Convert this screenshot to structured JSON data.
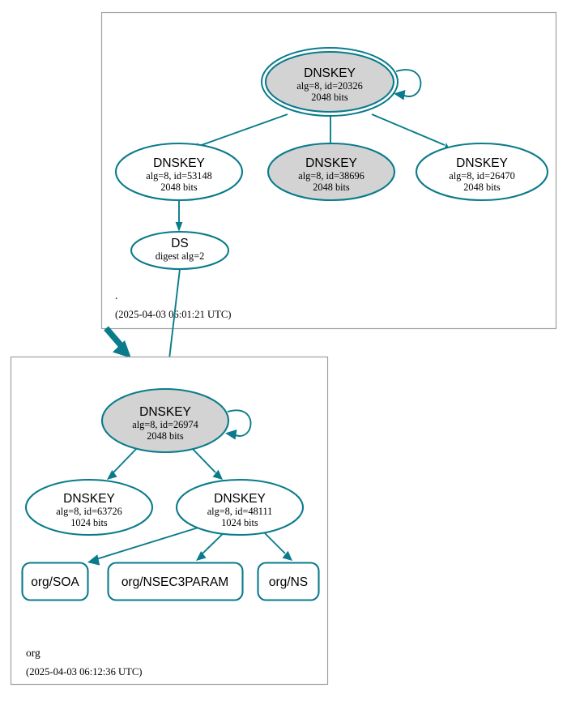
{
  "diagram": {
    "type": "dnssec-authentication-chain",
    "zones": [
      {
        "id": "root",
        "name": ".",
        "timestamp": "(2025-04-03 06:01:21 UTC)",
        "nodes": [
          {
            "id": "root-ksk-20326",
            "kind": "DNSKEY",
            "role": "ksk",
            "title": "DNSKEY",
            "line2": "alg=8, id=20326",
            "line3": "2048 bits",
            "alg": 8,
            "key_id": 20326,
            "bits": 2048,
            "fill": "grey",
            "double_border": true,
            "self_loop": true
          },
          {
            "id": "root-zsk-53148",
            "kind": "DNSKEY",
            "role": "zsk",
            "title": "DNSKEY",
            "line2": "alg=8, id=53148",
            "line3": "2048 bits",
            "alg": 8,
            "key_id": 53148,
            "bits": 2048,
            "fill": "white",
            "double_border": false,
            "self_loop": false
          },
          {
            "id": "root-zsk-38696",
            "kind": "DNSKEY",
            "role": "zsk",
            "title": "DNSKEY",
            "line2": "alg=8, id=38696",
            "line3": "2048 bits",
            "alg": 8,
            "key_id": 38696,
            "bits": 2048,
            "fill": "grey",
            "double_border": false,
            "self_loop": false
          },
          {
            "id": "root-zsk-26470",
            "kind": "DNSKEY",
            "role": "zsk",
            "title": "DNSKEY",
            "line2": "alg=8, id=26470",
            "line3": "2048 bits",
            "alg": 8,
            "key_id": 26470,
            "bits": 2048,
            "fill": "white",
            "double_border": false,
            "self_loop": false
          },
          {
            "id": "root-ds",
            "kind": "DS",
            "role": "ds",
            "title": "DS",
            "line2": "digest alg=2",
            "line3": "",
            "digest_alg": 2,
            "fill": "white",
            "double_border": false,
            "self_loop": false
          }
        ]
      },
      {
        "id": "org",
        "name": "org",
        "timestamp": "(2025-04-03 06:12:36 UTC)",
        "nodes": [
          {
            "id": "org-ksk-26974",
            "kind": "DNSKEY",
            "role": "ksk",
            "title": "DNSKEY",
            "line2": "alg=8, id=26974",
            "line3": "2048 bits",
            "alg": 8,
            "key_id": 26974,
            "bits": 2048,
            "fill": "grey",
            "double_border": false,
            "self_loop": true
          },
          {
            "id": "org-zsk-63726",
            "kind": "DNSKEY",
            "role": "zsk",
            "title": "DNSKEY",
            "line2": "alg=8, id=63726",
            "line3": "1024 bits",
            "alg": 8,
            "key_id": 63726,
            "bits": 1024,
            "fill": "white",
            "double_border": false,
            "self_loop": false
          },
          {
            "id": "org-zsk-48111",
            "kind": "DNSKEY",
            "role": "zsk",
            "title": "DNSKEY",
            "line2": "alg=8, id=48111",
            "line3": "1024 bits",
            "alg": 8,
            "key_id": 48111,
            "bits": 1024,
            "fill": "white",
            "double_border": false,
            "self_loop": false
          }
        ],
        "rrsets": [
          {
            "id": "org-soa",
            "label": "org/SOA"
          },
          {
            "id": "org-nsec3param",
            "label": "org/NSEC3PARAM"
          },
          {
            "id": "org-ns",
            "label": "org/NS"
          }
        ]
      }
    ],
    "colors": {
      "accent": "#0a7b8c",
      "node_fill_secure": "#d3d3d3",
      "node_fill_plain": "#ffffff",
      "zone_border": "#a0a0a0",
      "text": "#000000"
    }
  }
}
